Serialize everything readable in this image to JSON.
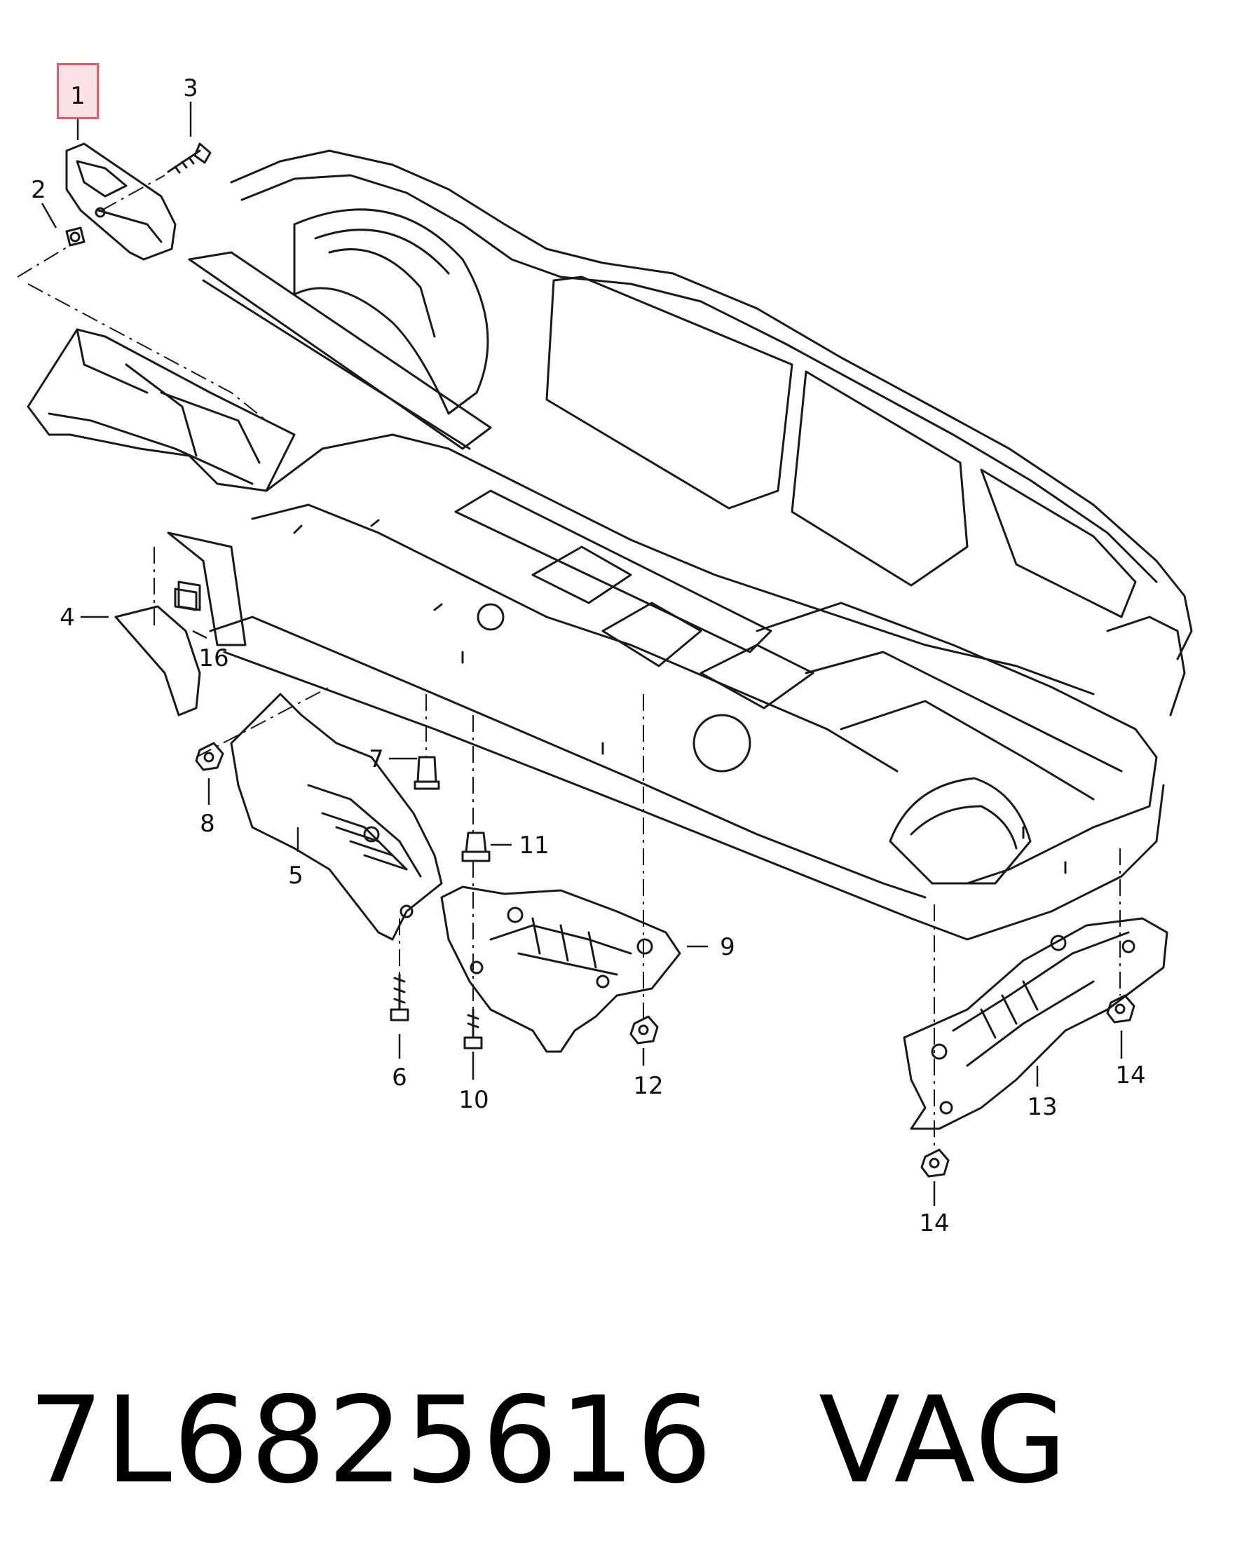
{
  "diagram": {
    "labels": {
      "p1": "1",
      "p2": "2",
      "p3": "3",
      "p4": "4",
      "p5": "5",
      "p6": "6",
      "p7": "7",
      "p8": "8",
      "p9": "9",
      "p10": "10",
      "p11": "11",
      "p12": "12",
      "p13": "13",
      "p14a": "14",
      "p14b": "14",
      "p16": "16"
    },
    "highlighted_part": "1",
    "colors": {
      "line": "#1a1a1a",
      "highlight_border": "#e55b6a",
      "highlight_fill": "#f5aab4"
    }
  },
  "caption": {
    "part_number": "7L6825616",
    "brand": "VAG"
  }
}
